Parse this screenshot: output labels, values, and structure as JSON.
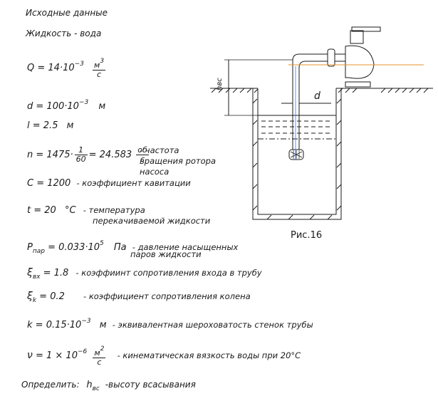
{
  "header": {
    "initial_data": "Исходные данные",
    "liquid": "Жидкость - вода"
  },
  "formulas": {
    "Q": {
      "lhs": "Q",
      "eq": "= 14·10",
      "exp": "−3",
      "unit_num": "м",
      "unit_num_exp": "3",
      "unit_den": "с"
    },
    "d": {
      "lhs": "d",
      "eq": "= 100·10",
      "exp": "−3",
      "unit": "м"
    },
    "l": {
      "lhs": "l",
      "eq": "= 2.5",
      "unit": "м"
    },
    "n": {
      "lhs": "n",
      "eq": "= 1475·",
      "frac_num": "1",
      "frac_den": "60",
      "eq2": "= 24.583",
      "unit_num": "об",
      "unit_den": "с",
      "desc1": "- частота",
      "desc2": "вращения ротора",
      "desc3": "насоса"
    },
    "C": {
      "lhs": "C",
      "eq": "= 1200",
      "desc": "- коэффициент кавитации"
    },
    "t": {
      "lhs": "t",
      "eq": "= 20",
      "unit": "°C",
      "desc1": "- температура",
      "desc2": "перекачиваемой жидкости"
    },
    "Ppar": {
      "lhs": "P",
      "sub": "пар",
      "eq": "= 0.033·10",
      "exp": "5",
      "unit": "Па",
      "desc1": "- давление насыщенных",
      "desc2": "паров жидкости"
    },
    "xi_vx": {
      "lhs": "ξ",
      "sub": "вх",
      "eq": "= 1.8",
      "desc": "- коэффиинт сопротивления входа в трубу"
    },
    "xi_k": {
      "lhs": "ξ",
      "sub": "k",
      "eq": "= 0.2",
      "desc": "- коэффициент сопротивления колена"
    },
    "k": {
      "lhs": "k",
      "eq": "= 0.15·10",
      "exp": "−3",
      "unit": "м",
      "desc": "- эквивалентная шероховатость стенок трубы"
    },
    "nu": {
      "lhs": "ν",
      "eq": "= 1 × 10",
      "exp": "−6",
      "unit_num": "м",
      "unit_num_exp": "2",
      "unit_den": "с",
      "desc": "- кинематическая вязкость воды при 20°C"
    }
  },
  "task": {
    "label": "Определить:",
    "h": "h",
    "h_sub": "вс",
    "desc": "-высоту всасывания"
  },
  "figure": {
    "caption": "Рис.16",
    "label_h": "hвс",
    "label_d": "d"
  }
}
